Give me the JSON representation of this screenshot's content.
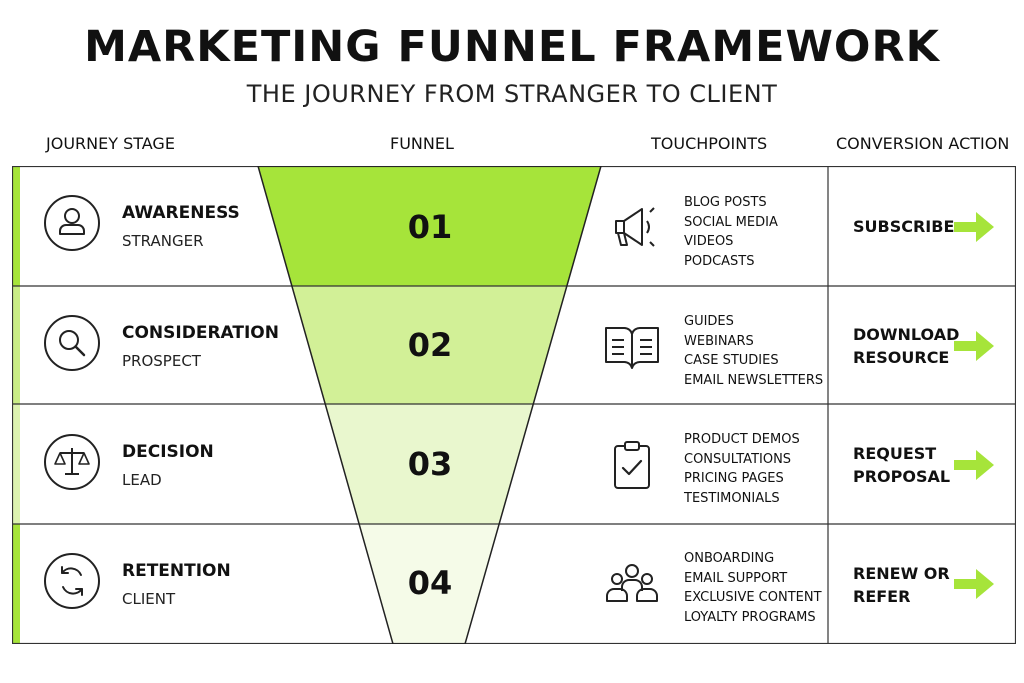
{
  "title": "MARKETING FUNNEL FRAMEWORK",
  "subtitle": "THE JOURNEY FROM STRANGER TO CLIENT",
  "columns": {
    "stage": "JOURNEY STAGE",
    "funnel": "FUNNEL",
    "touchpoints": "TOUCHPOINTS",
    "conversion": "CONVERSION ACTION"
  },
  "colors": {
    "accent": "#a6e43a",
    "border": "#333333",
    "text": "#111111"
  },
  "rows": [
    {
      "stage": "AWARENESS",
      "role": "STRANGER",
      "stage_icon": "user-icon",
      "number": "01",
      "touchpoint_icon": "megaphone-icon",
      "touchpoints": [
        "BLOG POSTS",
        "SOCIAL MEDIA",
        "VIDEOS",
        "PODCASTS"
      ],
      "action": [
        "SUBSCRIBE"
      ]
    },
    {
      "stage": "CONSIDERATION",
      "role": "PROSPECT",
      "stage_icon": "magnifier-icon",
      "number": "02",
      "touchpoint_icon": "open-book-icon",
      "touchpoints": [
        "GUIDES",
        "WEBINARS",
        "CASE STUDIES",
        "EMAIL NEWSLETTERS"
      ],
      "action": [
        "DOWNLOAD",
        "RESOURCE"
      ]
    },
    {
      "stage": "DECISION",
      "role": "LEAD",
      "stage_icon": "scales-icon",
      "number": "03",
      "touchpoint_icon": "clipboard-check-icon",
      "touchpoints": [
        "PRODUCT DEMOS",
        "CONSULTATIONS",
        "PRICING PAGES",
        "TESTIMONIALS"
      ],
      "action": [
        "REQUEST",
        "PROPOSAL"
      ]
    },
    {
      "stage": "RETENTION",
      "role": "CLIENT",
      "stage_icon": "refresh-icon",
      "number": "04",
      "touchpoint_icon": "group-icon",
      "touchpoints": [
        "ONBOARDING",
        "EMAIL SUPPORT",
        "EXCLUSIVE CONTENT",
        "LOYALTY PROGRAMS"
      ],
      "action": [
        "RENEW OR",
        "REFER"
      ]
    }
  ]
}
